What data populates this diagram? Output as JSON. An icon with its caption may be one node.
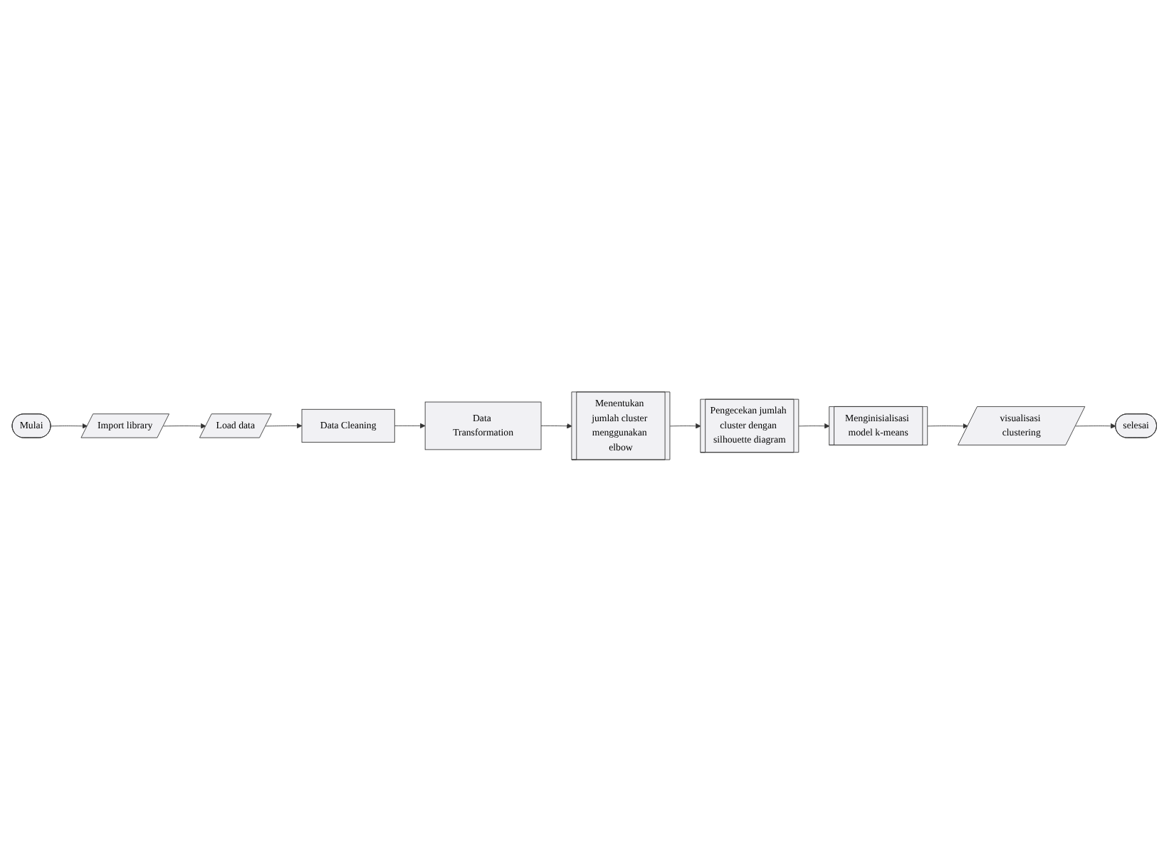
{
  "diagram": {
    "nodes": [
      {
        "text": [
          "Mulai"
        ]
      },
      {
        "text": [
          "Import library"
        ]
      },
      {
        "text": [
          "Load data"
        ]
      },
      {
        "text": [
          "Data Cleaning"
        ]
      },
      {
        "text": [
          "Data Transformation"
        ]
      },
      {
        "text": [
          "Menentukan jumlah cluster menggunakan elbow"
        ]
      },
      {
        "text": [
          "Pengecekan jumlah cluster dengan silhouette diagram"
        ]
      },
      {
        "text": [
          "Menginisialisasi model k-means"
        ]
      },
      {
        "text": [
          "visualisasi clustering"
        ]
      },
      {
        "text": [
          "selesai"
        ]
      }
    ],
    "edges": [
      {
        "from": 0,
        "to": 1,
        "arrow": "to"
      },
      {
        "from": 1,
        "to": 2,
        "arrow": "to"
      },
      {
        "from": 2,
        "to": 3,
        "arrow": "to"
      },
      {
        "from": 3,
        "to": 4,
        "arrow": "to"
      },
      {
        "from": 4,
        "to": 5,
        "arrow": "to"
      },
      {
        "from": 5,
        "to": 6,
        "arrow": "to"
      },
      {
        "from": 6,
        "to": 7,
        "arrow": "to"
      },
      {
        "from": 7,
        "to": 8,
        "arrow": "to"
      },
      {
        "from": 8,
        "to": 9,
        "arrow": "to"
      }
    ]
  }
}
